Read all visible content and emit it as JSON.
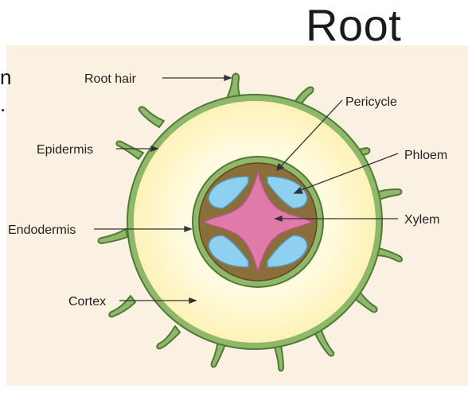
{
  "title": "Root",
  "fragments": {
    "top": "n",
    "bottom": "."
  },
  "labels": {
    "root_hair": "Root hair",
    "pericycle": "Pericycle",
    "epidermis": "Epidermis",
    "phloem": "Phloem",
    "endodermis": "Endodermis",
    "xylem": "Xylem",
    "cortex": "Cortex"
  },
  "colors": {
    "background_panel": "#fbf1e2",
    "epidermis": "#8fb86a",
    "cortex": "#fff9cf",
    "pericycle": "#8b6f3a",
    "phloem": "#8fd0f0",
    "xylem": "#e07aa8",
    "leader_lines": "#333333"
  }
}
